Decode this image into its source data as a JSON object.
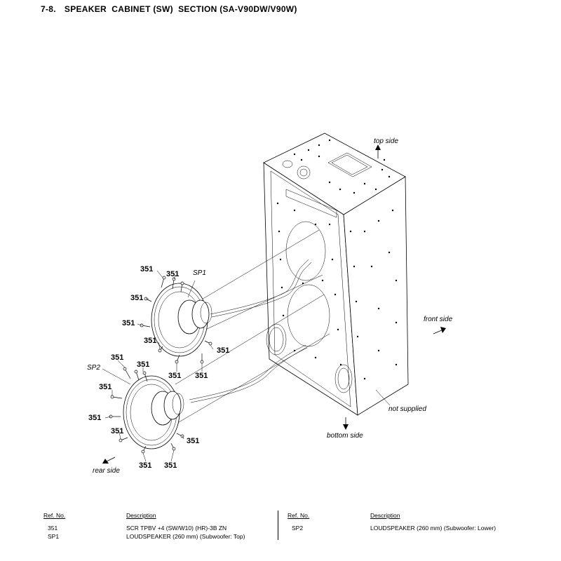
{
  "header": {
    "number": "7-8.",
    "title": "SPEAKER  CABINET (SW)  SECTION (SA-V90DW/V90W)"
  },
  "diagram": {
    "direction_labels": {
      "top": "top side",
      "front": "front side",
      "bottom": "bottom side",
      "rear": "rear side"
    },
    "not_supplied": "not supplied",
    "speaker_labels": {
      "sp1": "SP1",
      "sp2": "SP2"
    },
    "screw_ref": "351"
  },
  "parts_table": {
    "headers": {
      "ref_no": "Ref. No.",
      "description": "Description"
    },
    "left": [
      {
        "ref": "351",
        "description": "SCR TPBV +4 (SW/W10) (HR)-3B ZN"
      },
      {
        "ref": "SP1",
        "description": "LOUDSPEAKER (260 mm) (Subwoofer: Top)"
      }
    ],
    "right": [
      {
        "ref": "SP2",
        "description": "LOUDSPEAKER (260 mm) (Subwoofer: Lower)"
      }
    ]
  }
}
